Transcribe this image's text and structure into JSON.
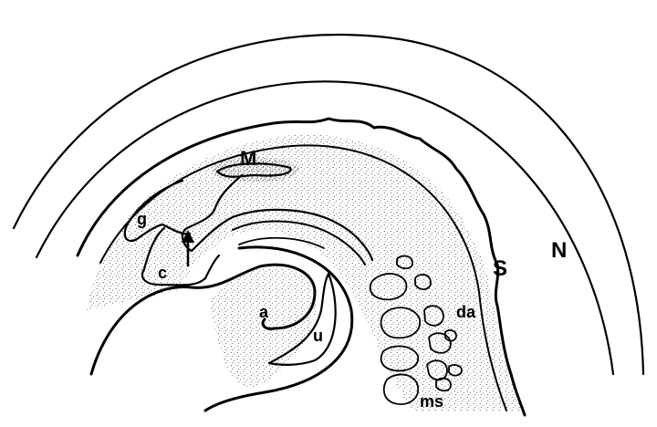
{
  "labels": {
    "M": "M",
    "g": "g",
    "c": "c",
    "a": "a",
    "u": "u",
    "S": "S",
    "N": "N",
    "da": "da",
    "ms": "ms"
  },
  "colors": {
    "background": "#ffffff",
    "ink": "#000000",
    "stipple": "#2a2a2a"
  }
}
